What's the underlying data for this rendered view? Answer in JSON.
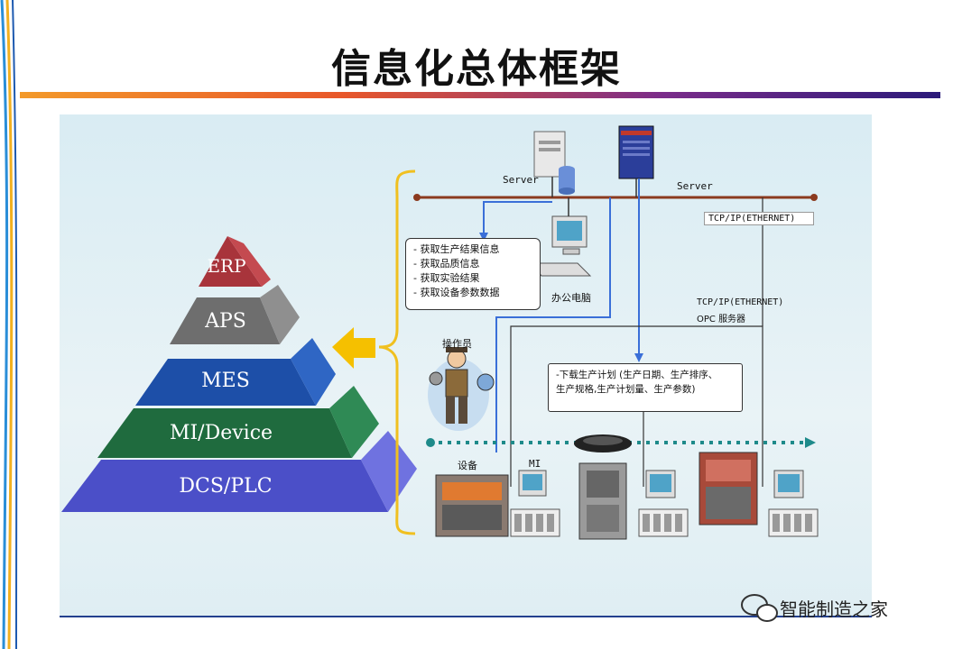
{
  "slide": {
    "title": "信息化总体框架"
  },
  "pyramid": {
    "tiers": [
      {
        "label": "ERP",
        "color": "#a8343b"
      },
      {
        "label": "APS",
        "color": "#6e6e6e"
      },
      {
        "label": "MES",
        "color": "#1d4fa8"
      },
      {
        "label": "MI/Device",
        "color": "#1f6b3e"
      },
      {
        "label": "DCS/PLC",
        "color": "#4b4fc8"
      }
    ]
  },
  "network": {
    "server_left_label": "Server",
    "server_right_label": "Server",
    "tcp_label_top": "TCP/IP(ETHERNET)",
    "tcp_label_mid_1": "TCP/IP(ETHERNET)",
    "tcp_label_mid_2": "OPC 服务器",
    "office_pc_label": "办公电脑",
    "operator_label": "操作员",
    "equipment_label": "设备",
    "mi_label": "MI"
  },
  "info_box": {
    "items": [
      "- 获取生产结果信息",
      "- 获取品质信息",
      "- 获取实验结果",
      "- 获取设备参数数据"
    ]
  },
  "download_box": {
    "lines": [
      "-下载生产计划 (生产日期、生产排序、",
      "生产规格,生产计划量、生产参数)"
    ]
  },
  "watermark": {
    "text": "智能制造之家"
  },
  "colors": {
    "backbone": "#8b3a1e",
    "blue_line": "#3a6fd8",
    "dotted_bus": "#1e8a8a",
    "bracket": "#f0c020",
    "arrow": "#f5c000"
  }
}
